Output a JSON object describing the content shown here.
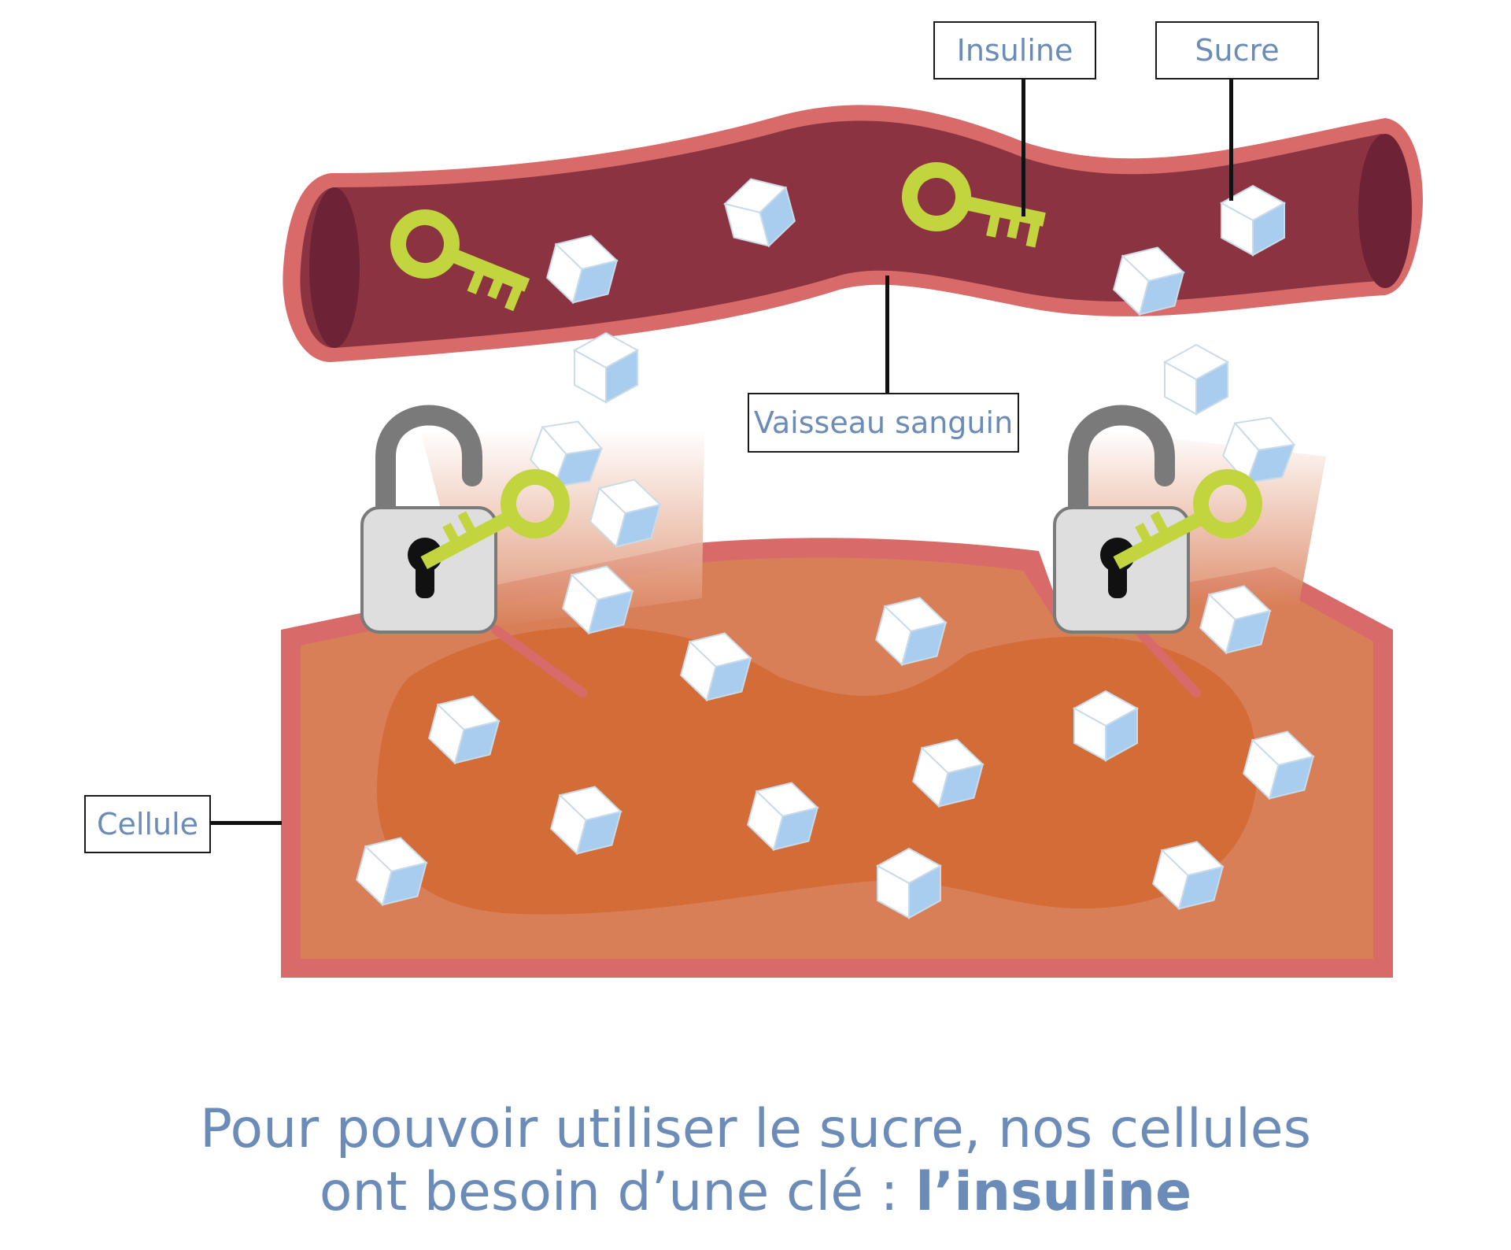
{
  "labels": {
    "insuline": "Insuline",
    "sucre": "Sucre",
    "vaisseau": "Vaisseau sanguin",
    "cellule": "Cellule"
  },
  "caption": {
    "line1": "Pour pouvoir utiliser le sucre, nos cellules",
    "line2_prefix": "ont besoin d’une clé : ",
    "line2_emphasis": "l’insuline"
  },
  "colors": {
    "vessel_outer": "#d86b6a",
    "vessel_inner": "#8c3342",
    "vessel_end": "#6e2235",
    "cell_outer": "#d86b6a",
    "cell_body": "#d97f58",
    "nucleus": "#d46c38",
    "key": "#c3d53e",
    "key_outline": "#a0b22a",
    "sugar_light": "#ffffff",
    "sugar_blue": "#a9cdee",
    "lock_body": "#dedede",
    "lock_shackle": "#7a7a7a",
    "label_text": "#6b8bb8"
  },
  "icons": [
    "key-icon",
    "sugar-cube-icon",
    "padlock-icon"
  ]
}
